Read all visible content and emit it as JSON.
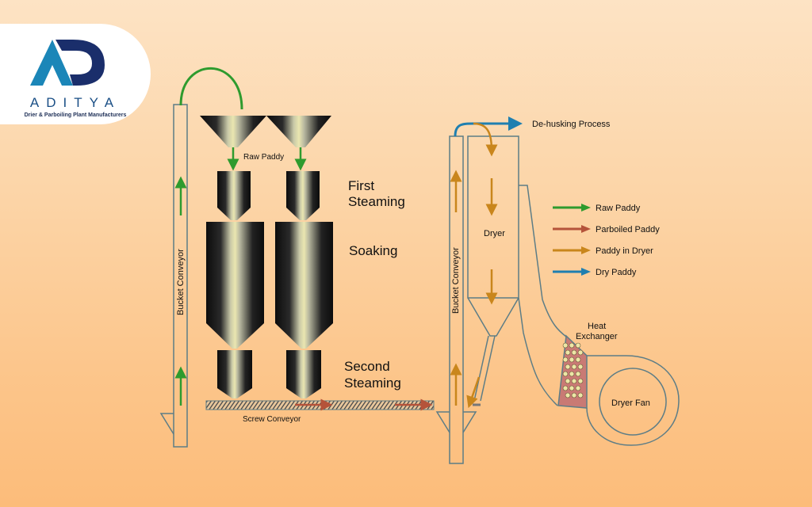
{
  "logo": {
    "mark": "AD",
    "title": "ADITYA",
    "subtitle": "Drier & Parboiling Plant Manufacturers"
  },
  "diagram": {
    "left_conveyor_label": "Bucket Conveyor",
    "right_conveyor_label": "Bucket Conveyor",
    "hopper_label": "Raw Paddy",
    "stages": {
      "first_steaming_line1": "First",
      "first_steaming_line2": "Steaming",
      "soaking": "Soaking",
      "second_steaming_line1": "Second",
      "second_steaming_line2": "Steaming"
    },
    "screw_conveyor_label": "Screw Conveyor",
    "dehusking_label": "De-husking Process",
    "dryer_label": "Dryer",
    "heat_exchanger_line1": "Heat",
    "heat_exchanger_line2": "Exchanger",
    "dryer_fan_label": "Dryer Fan"
  },
  "legend": [
    {
      "label": "Raw Paddy",
      "color": "#2e9b2e"
    },
    {
      "label": "Parboiled Paddy",
      "color": "#b5533a"
    },
    {
      "label": "Paddy in Dryer",
      "color": "#c9861c"
    },
    {
      "label": "Dry Paddy",
      "color": "#1f7fb0"
    }
  ],
  "colors": {
    "raw": "#2e9b2e",
    "parboiled": "#b5533a",
    "dryer": "#c9861c",
    "dry": "#1f7fb0",
    "outline": "#5d7d86",
    "logo_light": "#1b86b8",
    "logo_dark": "#1a2e6b"
  }
}
